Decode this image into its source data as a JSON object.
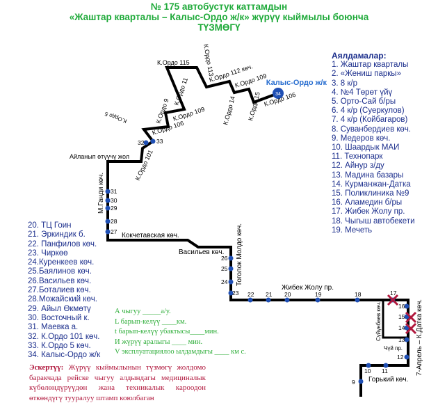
{
  "header": {
    "line1": "№ 175  автобустук каттамдын",
    "line2": "«Жаштар кварталы – Калыс-Ордо ж/к»  жүрүү кыймылы боюнча",
    "line3": "ТҮЗМӨГҮ"
  },
  "stops_right": {
    "title": "Аялдамалар:",
    "items": [
      "1. Жаштар кварталы",
      "2. «Жениш паркы»",
      "3. 8 к/р",
      "4. №4 Төрөт үйү",
      "5. Орто-Сай б/ры",
      "6. 4 к/р (Суеркулов)",
      "7. 4 к/р (Койбагаров)",
      "8. Суванбердиев көч.",
      "9. Медеров  көч.",
      "10. Шаардык МАИ",
      "11. Технопарк",
      "12. Айнур з/ду",
      "13. Мадина базары",
      "14. Курманжан-Датка",
      "15. Поликлиника №9",
      "16. Аламедин б/ры",
      "17. Жибек Жолу пр.",
      "18. Чыгыш автобекети",
      "19. Мечеть"
    ]
  },
  "stops_left": {
    "items": [
      "20. ТЦ Гоин",
      "21. Эркиндик б.",
      "22. Панфилов көч.",
      "23. Чиркөө",
      "24.Куренкеев көч.",
      "25.Баялинов көч.",
      "26.Васильев көч.",
      "27.Боталиев көч.",
      "28.Можайский көч.",
      "29. Айыл Өкмөтү",
      "30. Восточный к.",
      "31. Маевка а.",
      "32. К.Ордо 101 көч.",
      "33. К.Ордо 5 көч.",
      "34. Калыс-Ордо ж/к"
    ]
  },
  "formula": {
    "a": "А чыгуу  _____а/у.",
    "l": "L барып-келүү  ____км.",
    "t": "t барып-келүү убактысы____мин.",
    "i": "И жүрүү аралыгы ____      мин.",
    "v": "V эксплуатациялоо ылдамдыгы ____ км с."
  },
  "note": {
    "label": "Эскертүү:",
    "text": " Жүрүү кыймылынын түзмөгү жолдомо баракчада рейске чыгуу алдындагы медициналык күбөлөндүрүүдөн жана техникалык кароодон өткөндүгү тууралуу штамп коюлбаган"
  },
  "map": {
    "terminal": "Калыс-Ордо ж/к",
    "streets": [
      "К.Ордо 115",
      "К.Ордо 113",
      "К.Ордо 112 көч.",
      "К.Ордо 109",
      "К.Ордо 14",
      "К.Ордо 15",
      "К.Ордо 106",
      "К.Ордо 11",
      "К.Ордо 9",
      "К.Ордо 109",
      "К.Ордо 5",
      "К.Ордо 106",
      "К.Ордо 101",
      "Айланып өтүүчү жол",
      "М.Ганди көч.",
      "Кокчетавская көч.",
      "Васильев көч.",
      "Тоголок Молдо  көч.",
      "Жибек Жолу пр.",
      "Сүйүнбаев көч.",
      "Чүй пр.",
      "7-Апрель – К.Датка көч.",
      "Горький көч."
    ],
    "stop_numbers": [
      "34",
      "33",
      "32",
      "31",
      "30",
      "29",
      "28",
      "27",
      "26",
      "25",
      "24",
      "23",
      "22",
      "21",
      "20",
      "19",
      "18",
      "17",
      "16",
      "15",
      "14",
      "13",
      "12",
      "11",
      "10",
      "9"
    ],
    "colors": {
      "route": "#000000",
      "stop": "#1f4fb4",
      "closed": "#b0173c",
      "title": "#1faa3a"
    }
  }
}
